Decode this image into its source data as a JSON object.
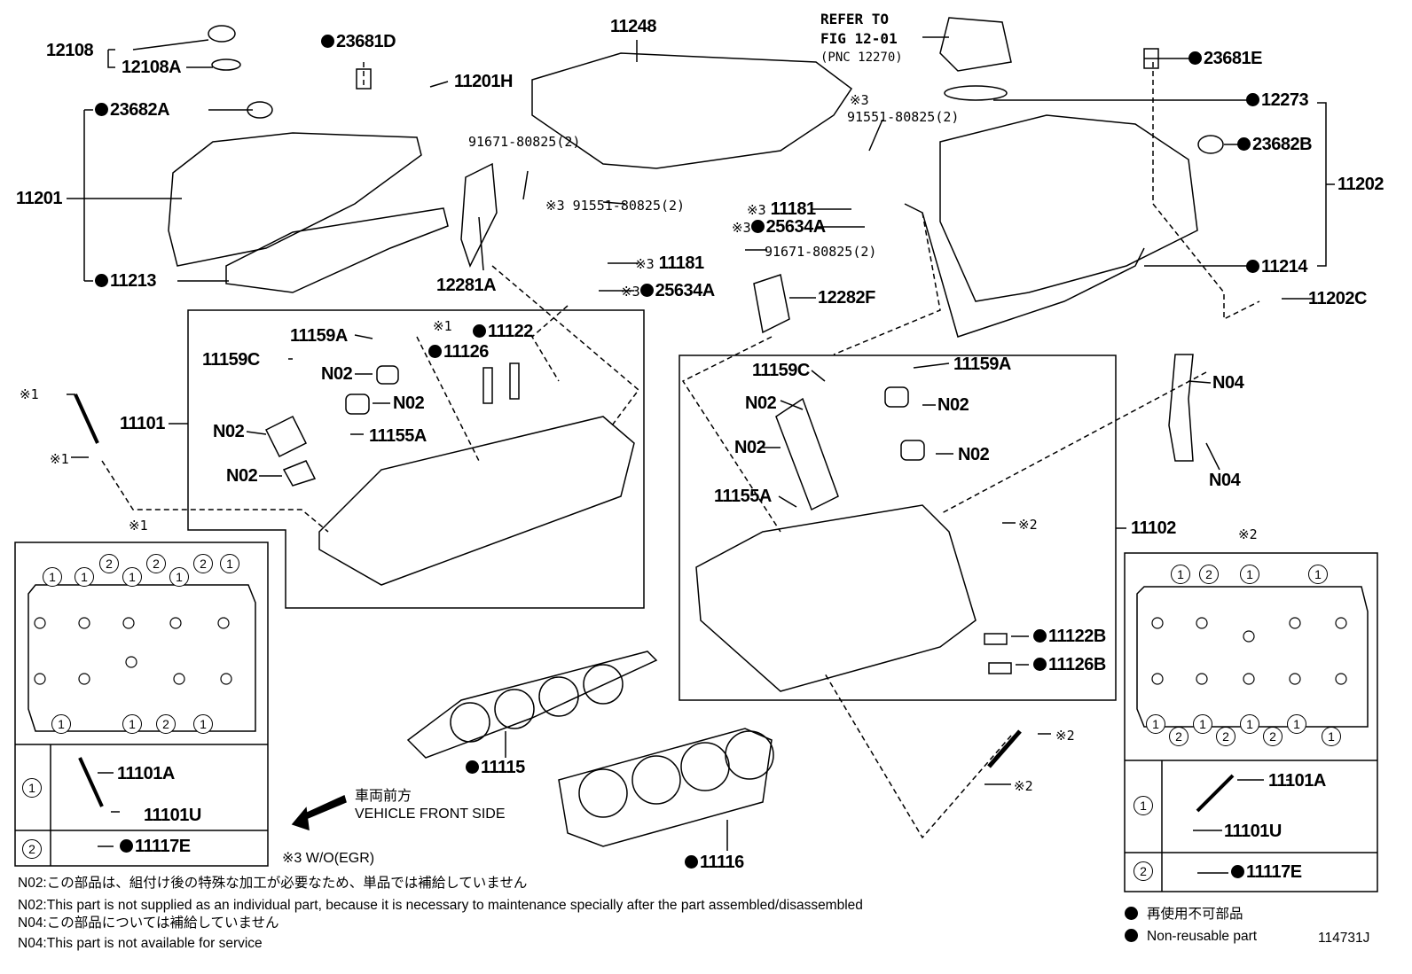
{
  "labels": {
    "p12108": "12108",
    "p12108A": "12108A",
    "p23682A": "23682A",
    "p11201": "11201",
    "p11213": "11213",
    "p23681D": "23681D",
    "p11201H": "11201H",
    "p11248": "11248",
    "p91671_a": "91671-80825(2)",
    "p91551_a": "91551-80825(2)",
    "p12281A": "12281A",
    "p11181_a": "11181",
    "p25634A_a": "25634A",
    "refer": "REFER TO",
    "refer2": "FIG 12-01",
    "refer3": "(PNC 12270)",
    "p23681E": "23681E",
    "p12273": "12273",
    "p23682B": "23682B",
    "p11202": "11202",
    "p11214": "11214",
    "p11202C": "11202C",
    "p91551_b": "91551-80825(2)",
    "p11181_b": "11181",
    "p25634A_b": "25634A",
    "p91671_b": "91671-80825(2)",
    "p12282F": "12282F",
    "p11159A_a": "11159A",
    "p11159C_a": "11159C",
    "p11122": "11122",
    "p11126": "11126",
    "p11101": "11101",
    "p11155A_a": "11155A",
    "n02": "N02",
    "p11159C_b": "11159C",
    "p11159A_b": "11159A",
    "p11155A_b": "11155A",
    "p11102": "11102",
    "n04": "N04",
    "p11122B": "11122B",
    "p11126B": "11126B",
    "p11115": "11115",
    "p11116": "11116",
    "p11101A": "11101A",
    "p11101U": "11101U",
    "p11117E": "11117E",
    "mark1": "※1",
    "mark2": "※2",
    "mark3": "※3",
    "w_o_egr": "※3 W/O(EGR)",
    "front_jp": "車両前方",
    "front_en": "VEHICLE FRONT SIDE",
    "one": "1",
    "two": "2"
  },
  "notes": {
    "n02_jp": "N02:この部品は、組付け後の特殊な加工が必要なため、単品では補給していません",
    "n02_en": "N02:This part is not supplied as an individual part, because it is necessary to maintenance specially after the part assembled/disassembled",
    "n04_jp": "N04:この部品については補給していません",
    "n04_en": "N04:This part is not available for service"
  },
  "legend": {
    "jp": "再使用不可部品",
    "en": "Non-reusable part"
  },
  "figure_id": "114731J"
}
